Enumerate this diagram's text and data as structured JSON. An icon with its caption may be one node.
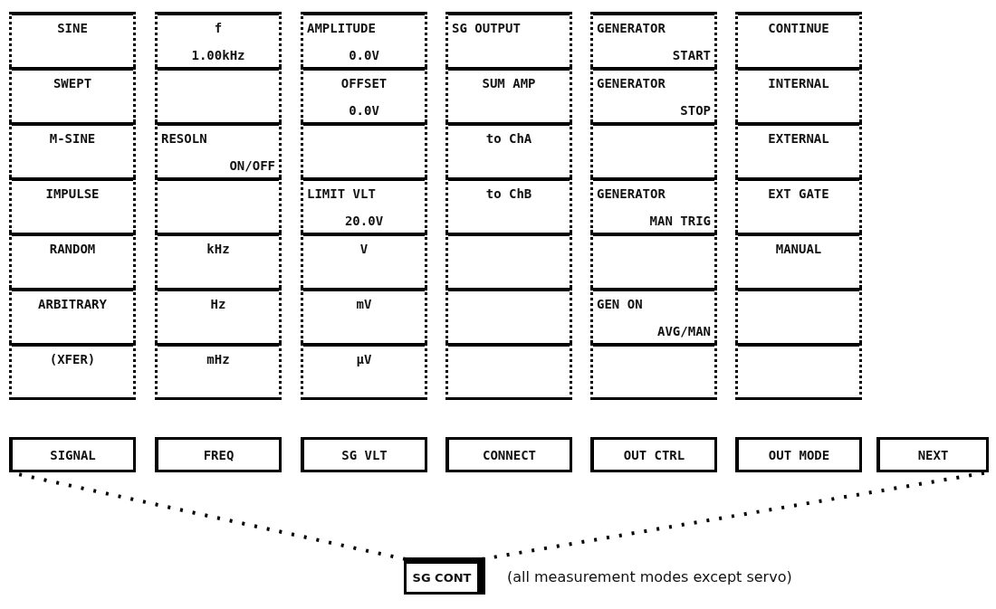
{
  "diagram": {
    "nodes": [
      {
        "text": [
          "SINE"
        ]
      },
      {
        "text": [
          "SWEPT"
        ]
      },
      {
        "text": [
          "M-SINE"
        ]
      },
      {
        "text": [
          "IMPULSE"
        ]
      },
      {
        "text": [
          "RANDOM"
        ]
      },
      {
        "text": [
          "ARBITRARY"
        ]
      },
      {
        "text": [
          "(XFER)"
        ]
      },
      {
        "text": [
          "f",
          "1.00kHz"
        ]
      },
      {
        "text": [],
        "shape": "box"
      },
      {
        "text": [
          "RESOLN",
          "ON/OFF"
        ]
      },
      {
        "text": [],
        "shape": "box"
      },
      {
        "text": [
          "kHz"
        ]
      },
      {
        "text": [
          "Hz"
        ]
      },
      {
        "text": [
          "mHz"
        ]
      },
      {
        "text": [
          "AMPLITUDE",
          "0.0V"
        ]
      },
      {
        "text": [
          "OFFSET",
          "0.0V"
        ]
      },
      {
        "text": [],
        "shape": "box"
      },
      {
        "text": [
          "LIMIT VLT",
          "20.0V"
        ]
      },
      {
        "text": [
          "V"
        ]
      },
      {
        "text": [
          "mV"
        ]
      },
      {
        "text": [
          "μV"
        ]
      },
      {
        "text": [
          "SG OUTPUT"
        ]
      },
      {
        "text": [
          "SUM AMP"
        ]
      },
      {
        "text": [
          "to ChA"
        ]
      },
      {
        "text": [
          "to ChB"
        ]
      },
      {
        "text": [],
        "shape": "box"
      },
      {
        "text": [],
        "shape": "box"
      },
      {
        "text": [],
        "shape": "box"
      },
      {
        "text": [
          "GENERATOR",
          "START"
        ]
      },
      {
        "text": [
          "GENERATOR",
          "STOP"
        ]
      },
      {
        "text": [],
        "shape": "box"
      },
      {
        "text": [
          "GENERATOR",
          "MAN TRIG"
        ]
      },
      {
        "text": [],
        "shape": "box"
      },
      {
        "text": [
          "GEN ON",
          "AVG/MAN"
        ]
      },
      {
        "text": [],
        "shape": "box"
      },
      {
        "text": [
          "CONTINUE"
        ]
      },
      {
        "text": [
          "INTERNAL"
        ]
      },
      {
        "text": [
          "EXTERNAL"
        ]
      },
      {
        "text": [
          "EXT GATE"
        ]
      },
      {
        "text": [
          "MANUAL"
        ]
      },
      {
        "text": [],
        "shape": "box"
      },
      {
        "text": [],
        "shape": "box"
      },
      {
        "text": [
          "SIGNAL"
        ]
      },
      {
        "text": [
          "FREQ"
        ]
      },
      {
        "text": [
          "SG VLT"
        ]
      },
      {
        "text": [
          "CONNECT"
        ]
      },
      {
        "text": [
          "OUT CTRL"
        ]
      },
      {
        "text": [
          "OUT MODE"
        ]
      },
      {
        "text": [
          "NEXT"
        ]
      },
      {
        "text": [
          "SG CONT"
        ],
        "beside": [
          "(all measurement modes except servo)"
        ]
      }
    ],
    "edges": [
      {
        "from": 49,
        "to": 42,
        "arrow": "none",
        "style": "dashed"
      },
      {
        "from": 49,
        "to": 48,
        "arrow": "none",
        "style": "dashed"
      }
    ]
  }
}
